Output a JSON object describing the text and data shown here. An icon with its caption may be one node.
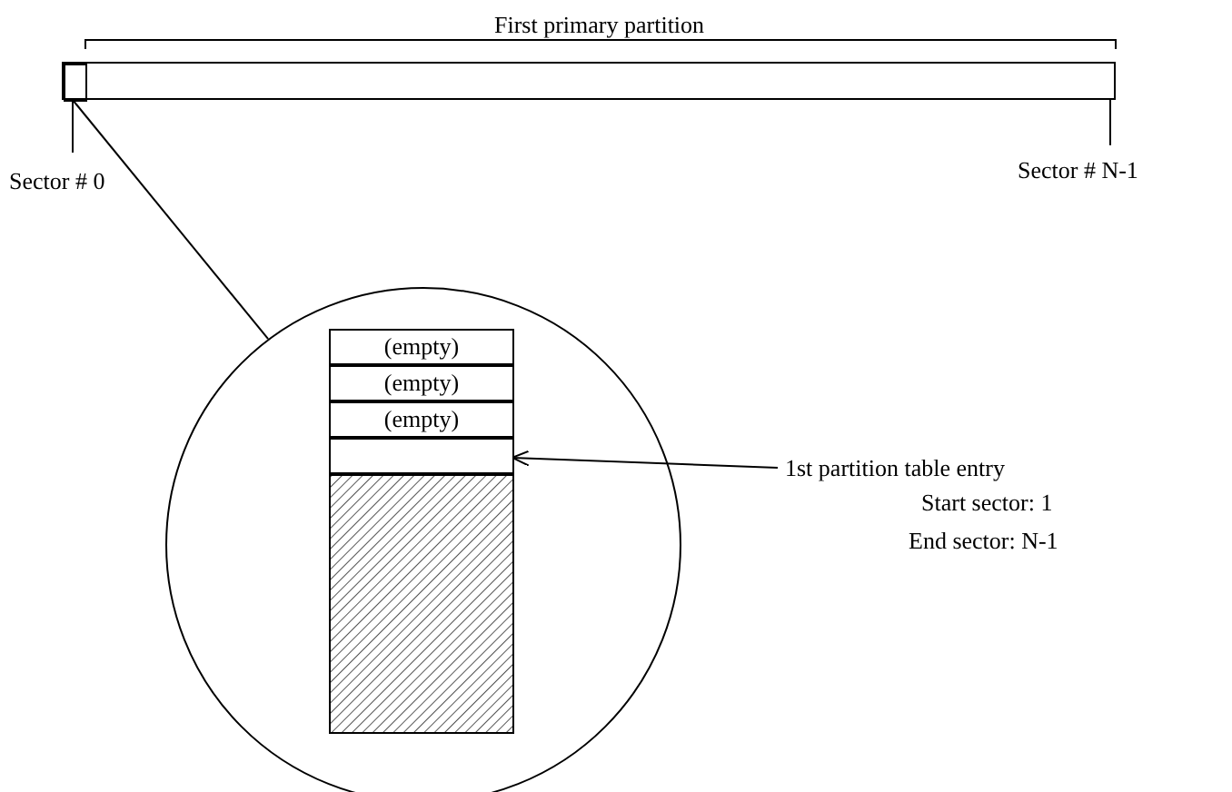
{
  "diagram": {
    "title": "First primary partition",
    "nodes": [
      {
        "text": [],
        "shape": "bar"
      },
      {
        "text": [],
        "shape": "box",
        "in": 0
      },
      {
        "text": [],
        "shape": "circle"
      },
      {
        "text": [
          "(empty)"
        ],
        "in": 2
      },
      {
        "text": [
          "(empty)"
        ],
        "in": 2
      },
      {
        "text": [
          "(empty)"
        ],
        "in": 2
      },
      {
        "text": [],
        "shape": "box",
        "in": 2
      },
      {
        "text": [],
        "shape": "box",
        "in": 2
      },
      {
        "text": [
          "1st partition table entry"
        ]
      }
    ],
    "edges": [
      {
        "from": 1,
        "to": 2,
        "arrow": "none"
      },
      {
        "from": 8,
        "to": 6,
        "arrow": "to"
      }
    ],
    "labels": [
      "Sector # 0",
      "Sector # N-1",
      "Start sector: 1",
      "End sector: N-1"
    ]
  }
}
